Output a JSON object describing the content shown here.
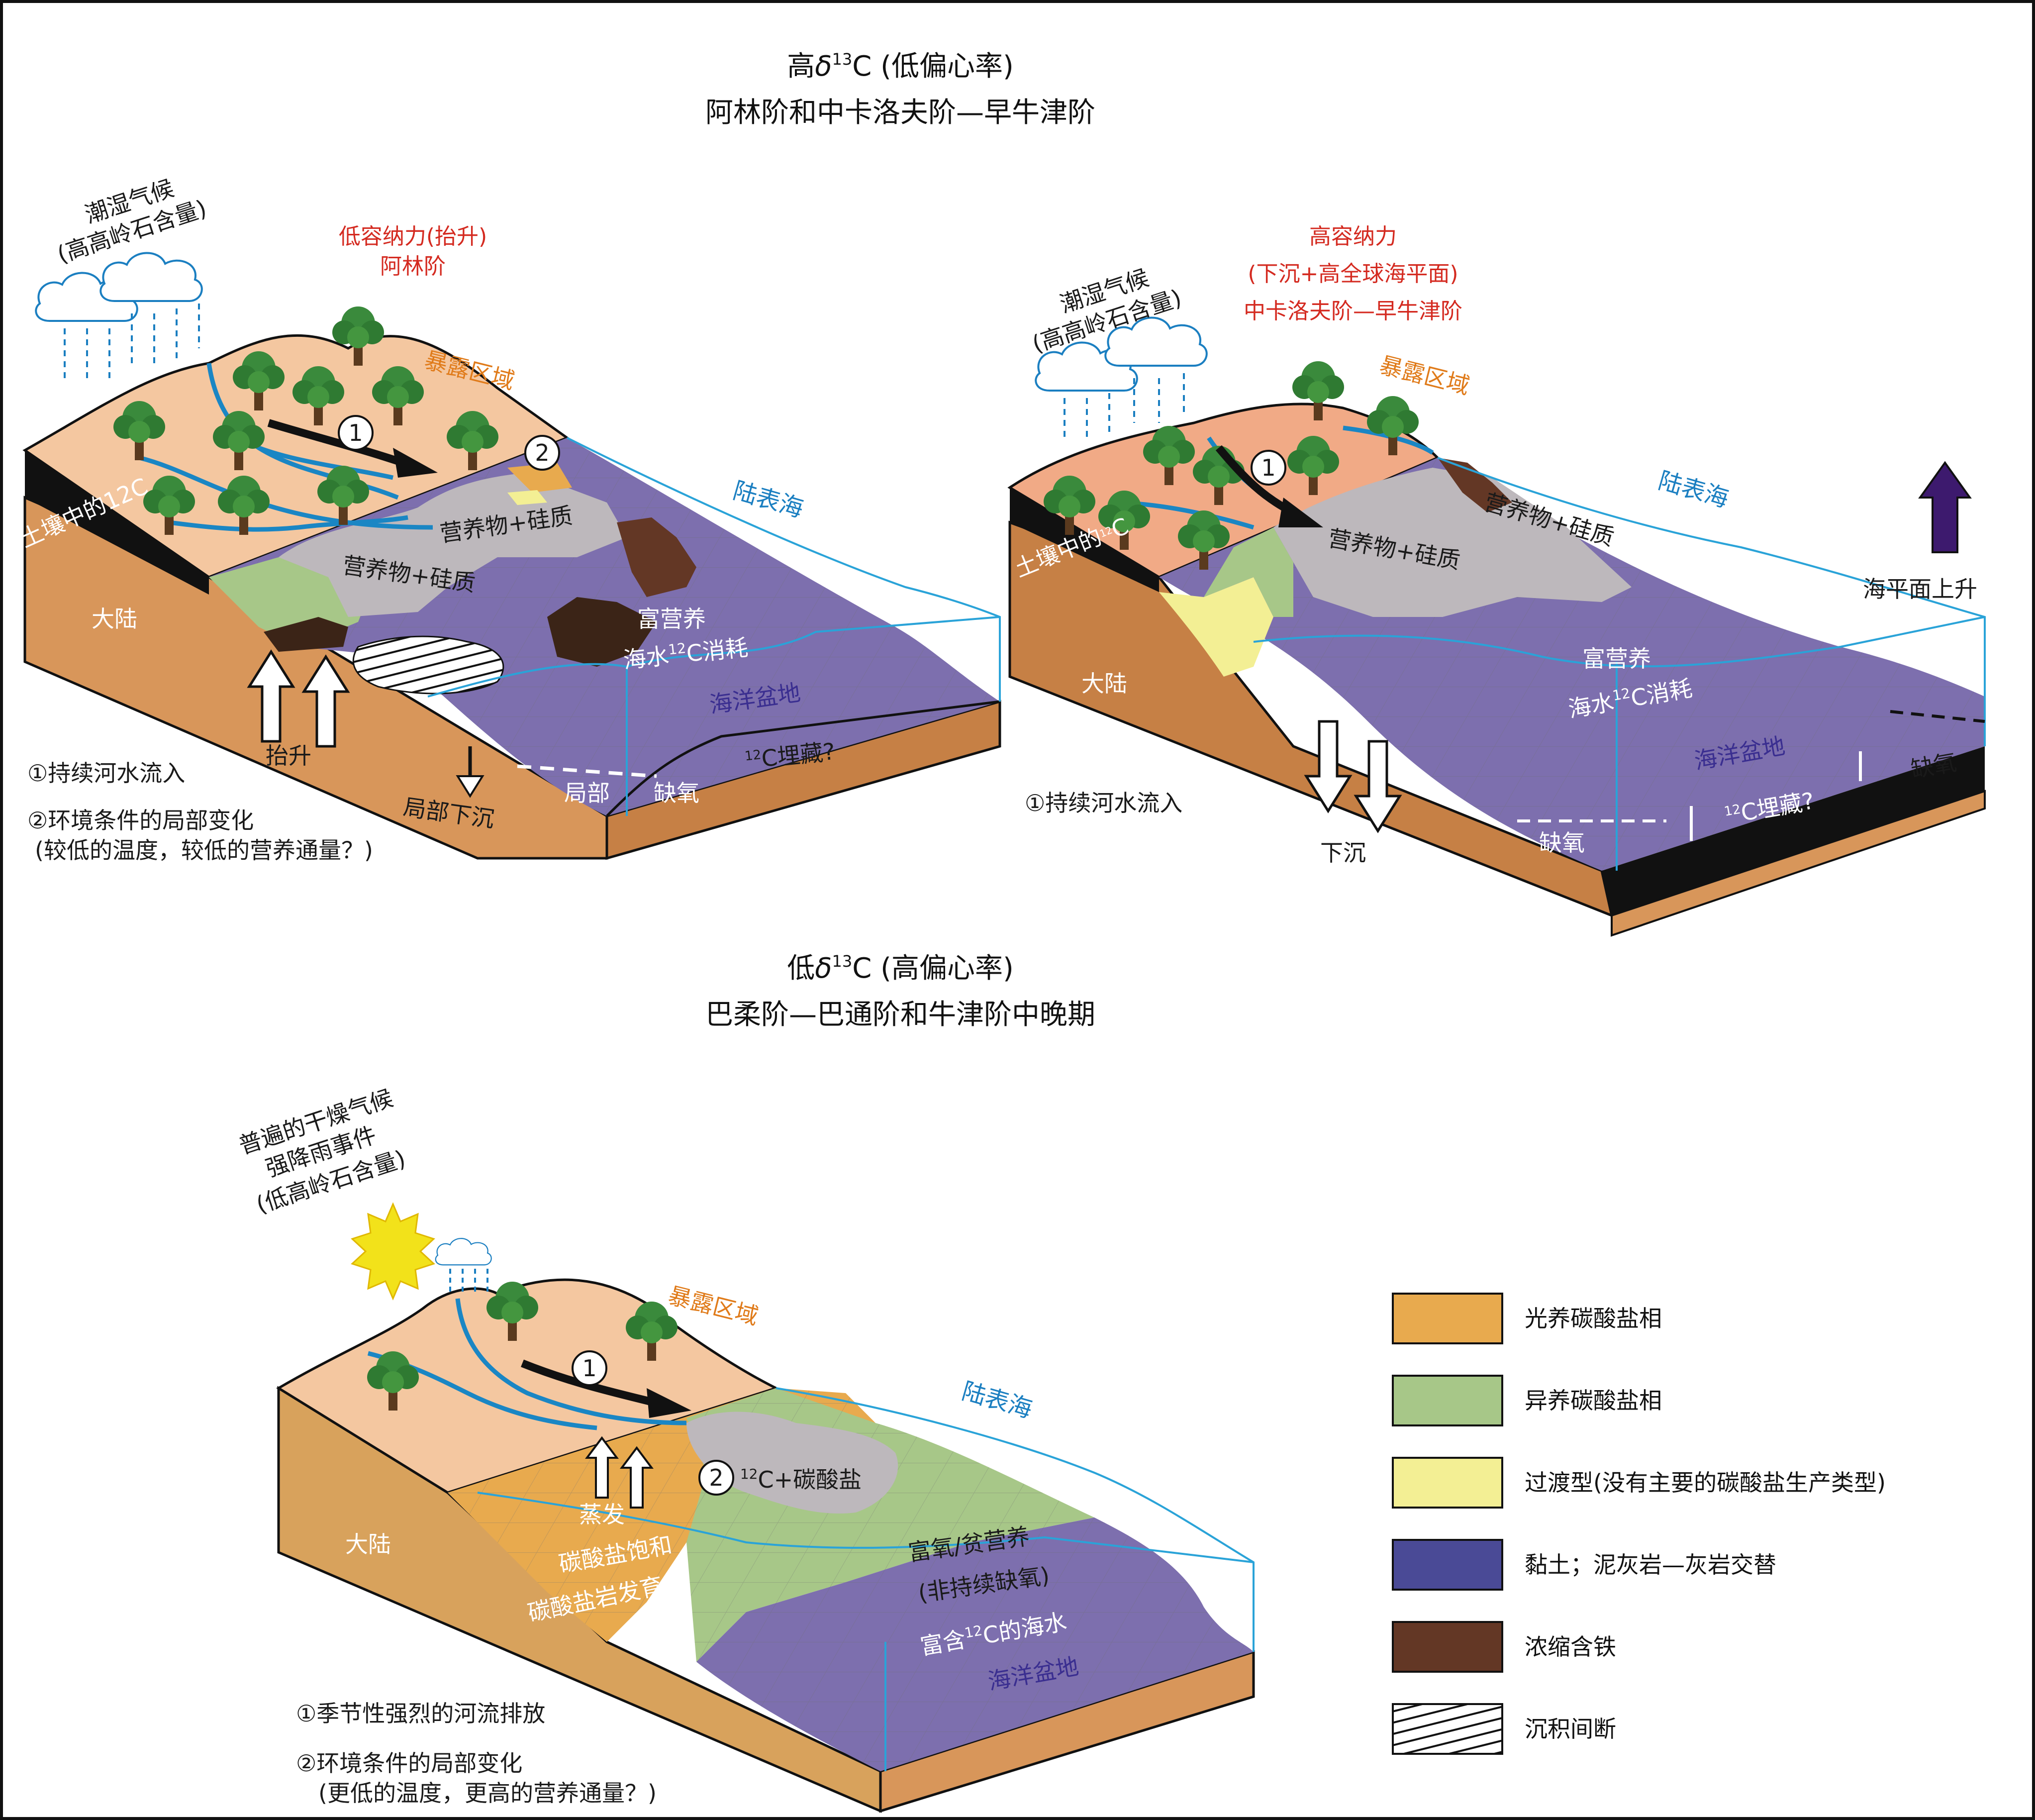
{
  "colors": {
    "phototrophic": "#e8aa4e",
    "heterotrophic": "#a7c788",
    "transitional": "#f3ef94",
    "clay": "#4a4a96",
    "condensed": "#633725",
    "continent": "#d8965a",
    "exposed_land": "#f4c7a0",
    "basin": "#7d6fae",
    "nutrient_silica": "#bdb8bc",
    "river": "#1a86c4",
    "sea_outline": "#2aa3d8"
  },
  "headings": {
    "top_line1_prefix": "高",
    "top_line1_delta": "δ",
    "top_line1_sup": "13",
    "top_line1_suffix": "C (低偏心率)",
    "top_line2": "阿林阶和中卡洛夫阶—早牛津阶",
    "bottom_line1_prefix": "低",
    "bottom_line1_delta": "δ",
    "bottom_line1_sup": "13",
    "bottom_line1_suffix": "C (高偏心率)",
    "bottom_line2": "巴柔阶—巴通阶和牛津阶中晚期"
  },
  "panel_a": {
    "climate_1": "潮湿气候",
    "climate_2": "(高高岭石含量)",
    "accommodation_1": "低容纳力(抬升)",
    "accommodation_2": "阿林阶",
    "exposed_area": "暴露区域",
    "epicontinental_sea": "陆表海",
    "soil_12c": "土壤中的12C",
    "nutrients_silica_1": "营养物+硅质",
    "nutrients_silica_2": "营养物+硅质",
    "eutrophic": "富营养",
    "seawater_12c_prefix": "海水",
    "seawater_12c_sup": "12",
    "seawater_12c_suffix": "C消耗",
    "ocean_basin": "海洋盆地",
    "continent": "大陆",
    "uplift": "抬升",
    "local_subsidence": "局部下沉",
    "local": "局部",
    "anoxia": "缺氧",
    "burial_sup": "12",
    "burial_suffix": "C埋藏?",
    "marker_1": "1",
    "marker_2": "2",
    "note_1": "①持续河水流入",
    "note_2": "②环境条件的局部变化",
    "note_3": "(较低的温度，较低的营养通量？)"
  },
  "panel_b": {
    "climate_1": "潮湿气候",
    "climate_2": "(高高岭石含量)",
    "accommodation_1": "高容纳力",
    "accommodation_2": "(下沉+高全球海平面)",
    "accommodation_3": "中卡洛夫阶—早牛津阶",
    "exposed_area": "暴露区域",
    "epicontinental_sea": "陆表海",
    "sea_level_rise": "海平面上升",
    "soil_12c_prefix": "土壤中的",
    "soil_12c_sup": "12",
    "soil_12c_suffix": "C",
    "nutrients_silica_1": "营养物+硅质",
    "nutrients_silica_2": "营养物+硅质",
    "eutrophic": "富营养",
    "seawater_12c_prefix": "海水",
    "seawater_12c_sup": "12",
    "seawater_12c_suffix": "C消耗",
    "ocean_basin": "海洋盆地",
    "continent": "大陆",
    "anoxia_1": "缺氧",
    "anoxia_2": "缺氧",
    "burial_sup": "12",
    "burial_suffix": "C埋藏?",
    "subsidence": "下沉",
    "marker_1": "1",
    "note_1": "①持续河水流入"
  },
  "panel_c": {
    "climate_1": "普遍的干燥气候",
    "climate_2": "强降雨事件",
    "climate_3": "(低高岭石含量)",
    "exposed_area": "暴露区域",
    "epicontinental_sea": "陆表海",
    "carbonate_12c_sup": "12",
    "carbonate_12c_suffix": "C+碳酸盐",
    "evaporation": "蒸发",
    "saturation": "碳酸盐饱和",
    "carbonate_development": "碳酸盐岩发育",
    "oxic_1": "富氧/贫营养",
    "oxic_2": "(非持续缺氧)",
    "enriched_prefix": "富含",
    "enriched_sup": "12",
    "enriched_suffix": "C的海水",
    "ocean_basin": "海洋盆地",
    "continent": "大陆",
    "marker_1": "1",
    "marker_2": "2",
    "note_1": "①季节性强烈的河流排放",
    "note_2": "②环境条件的局部变化",
    "note_3": "(更低的温度，更高的营养通量？)"
  },
  "legend": {
    "items": [
      {
        "label": "光养碳酸盐相",
        "fill": "#e8aa4e"
      },
      {
        "label": "异养碳酸盐相",
        "fill": "#a7c788"
      },
      {
        "label": "过渡型(没有主要的碳酸盐生产类型)",
        "fill": "#f3ef94"
      },
      {
        "label": "黏土；泥灰岩—灰岩交替",
        "fill": "#4a4a96"
      },
      {
        "label": "浓缩含铁",
        "fill": "#633725"
      },
      {
        "label": "沉积间断",
        "fill": "hatch"
      }
    ]
  }
}
